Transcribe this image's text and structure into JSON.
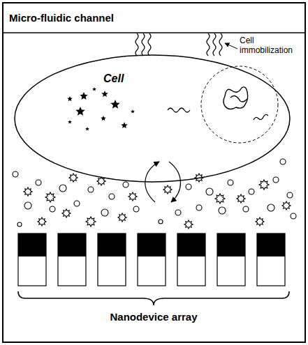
{
  "diagram": {
    "nodes": [
      {
        "text": [
          "Micro-fluidic channel"
        ]
      },
      {
        "text": [
          "Cell"
        ],
        "in": 0
      }
    ],
    "labels": [
      "Cell immobilization",
      "Nanodevice array"
    ]
  }
}
